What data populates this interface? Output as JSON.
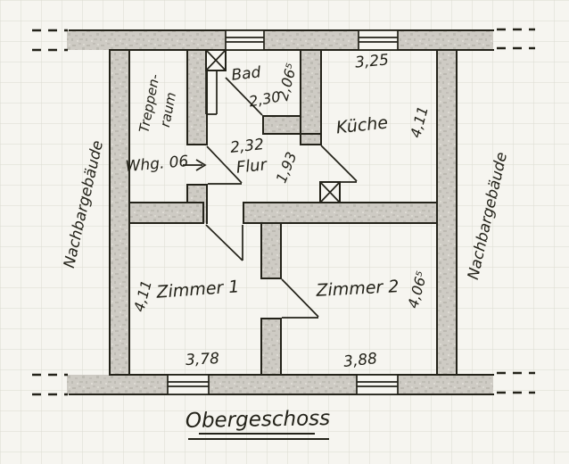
{
  "colors": {
    "paper": "#f6f5f0",
    "grid": "#dbdad1",
    "wall-fill": "#cecbc4",
    "wall-speckle": "#b3b0a8",
    "ink": "#232219"
  },
  "floorplan": {
    "title": "Obergeschoss",
    "entrance_label": "Whg. 06",
    "neighbor_building_left": "Nachbargebäude",
    "neighbor_building_right": "Nachbargebäude",
    "rooms": {
      "treppenraum": {
        "label_line1": "Treppen-",
        "label_line2": "raum"
      },
      "bad": {
        "label": "Bad",
        "width_m": "2,30",
        "depth_m": "2,06⁵"
      },
      "kueche": {
        "label": "Küche",
        "width_m": "3,25",
        "depth_m": "4,11"
      },
      "flur": {
        "label": "Flur",
        "width_m": "2,32",
        "depth_m": "1,93"
      },
      "zimmer1": {
        "label": "Zimmer 1",
        "width_m": "3,78",
        "depth_m": "4,11"
      },
      "zimmer2": {
        "label": "Zimmer 2",
        "width_m": "3,88",
        "depth_m": "4,06⁵"
      }
    }
  }
}
